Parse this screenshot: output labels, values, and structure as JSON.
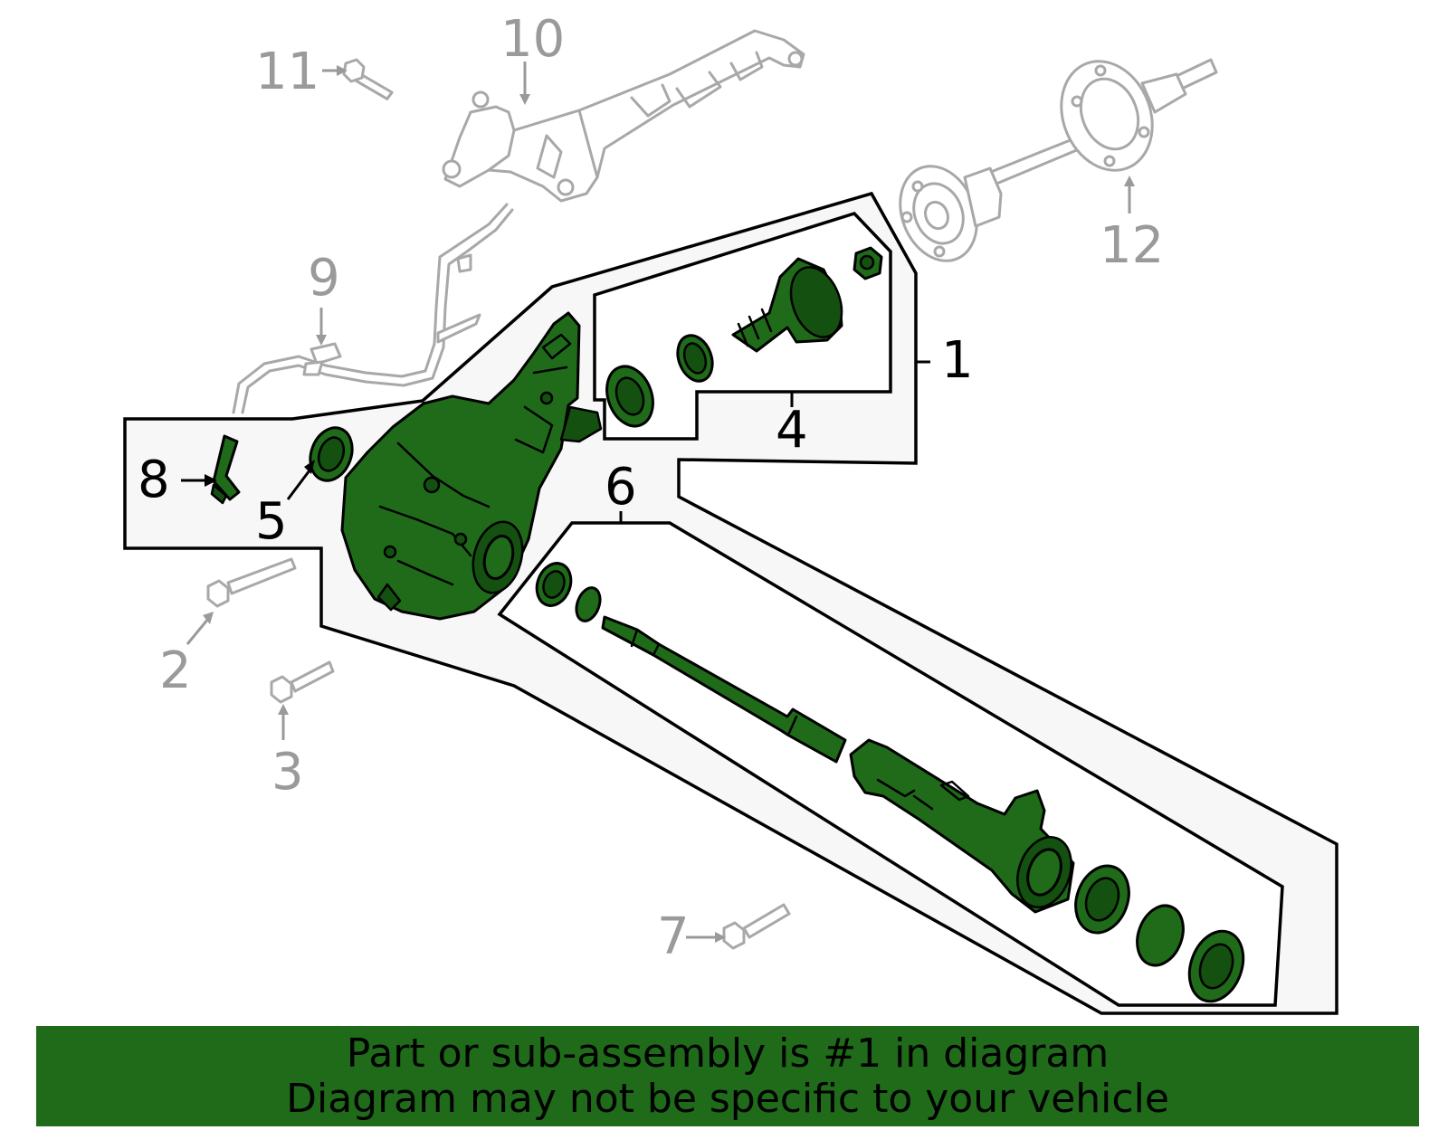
{
  "callouts": {
    "c1": "1",
    "c2": "2",
    "c3": "3",
    "c4": "4",
    "c5": "5",
    "c6": "6",
    "c7": "7",
    "c8": "8",
    "c9": "9",
    "c10": "10",
    "c11": "11",
    "c12": "12"
  },
  "banner": {
    "line1": "Part or sub-assembly is #1 in diagram",
    "line2": "Diagram may not be specific to your vehicle"
  },
  "colors": {
    "highlight": "#1f6b1a",
    "ghost_parts": "#a8a8a8",
    "frame_fill": "#f7f7f7"
  }
}
